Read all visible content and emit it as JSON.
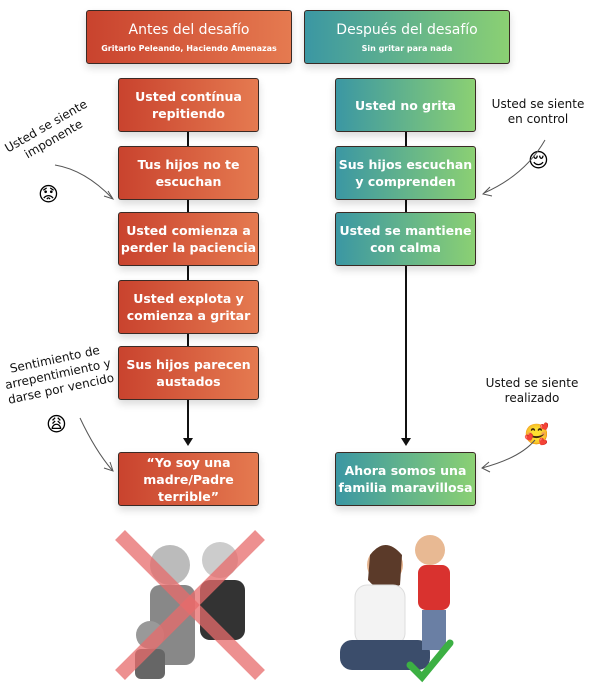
{
  "before": {
    "title": "Antes del desafío",
    "subtitle": "Gritarlo Peleando, Haciendo Amenazas",
    "steps": [
      "Usted contínua repitiendo",
      "Tus hijos no te escuchan",
      "Usted comienza a perder la paciencia",
      "Usted explota y comienza a gritar",
      "Sus hijos parecen austados"
    ],
    "result": "“Yo soy una madre/Padre terrible”",
    "notes": [
      {
        "text": "Usted se siente imponente",
        "emoji": "😟"
      },
      {
        "text": "Sentimiento de arrepentimiento y darse por vencido",
        "emoji": "😩"
      }
    ]
  },
  "after": {
    "title": "Después del desafío",
    "subtitle": "Sin gritar para nada",
    "steps": [
      "Usted no grita",
      "Sus hijos escuchan y comprenden",
      "Usted se mantiene con calma"
    ],
    "result": "Ahora somos una familia maravillosa",
    "notes": [
      {
        "text": "Usted se siente en control",
        "emoji": "😌"
      },
      {
        "text": "Usted se siente realizado",
        "emoji": "🥰"
      }
    ]
  },
  "colors": {
    "red_start": "#c9432e",
    "red_end": "#e57a50",
    "green_start": "#3b97a3",
    "green_end": "#8bd073"
  }
}
